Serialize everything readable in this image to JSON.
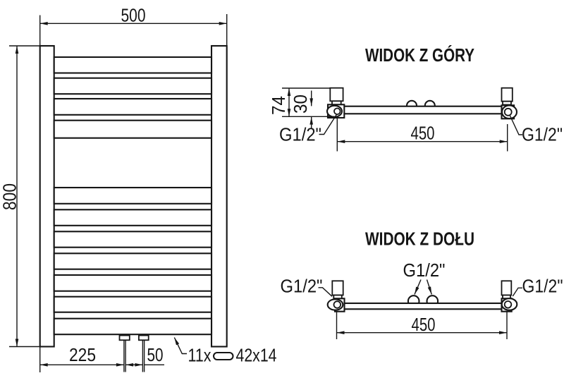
{
  "front_view": {
    "width_label": "500",
    "height_label": "800",
    "offset_label": "225",
    "spacing_label": "50",
    "tube_count_label": "11x",
    "tube_profile_label": "42x14"
  },
  "top_view": {
    "title": "WIDOK Z GÓRY",
    "depth_label": "74",
    "collector_label": "30",
    "span_label": "450",
    "left_thread_label": "G1/2\"",
    "right_thread_label": "G1/2\""
  },
  "bottom_view": {
    "title": "WIDOK Z DOŁU",
    "center_thread_label": "G1/2\"",
    "left_thread_label": "G1/2\"",
    "right_thread_label": "G1/2\"",
    "span_label": "450"
  }
}
